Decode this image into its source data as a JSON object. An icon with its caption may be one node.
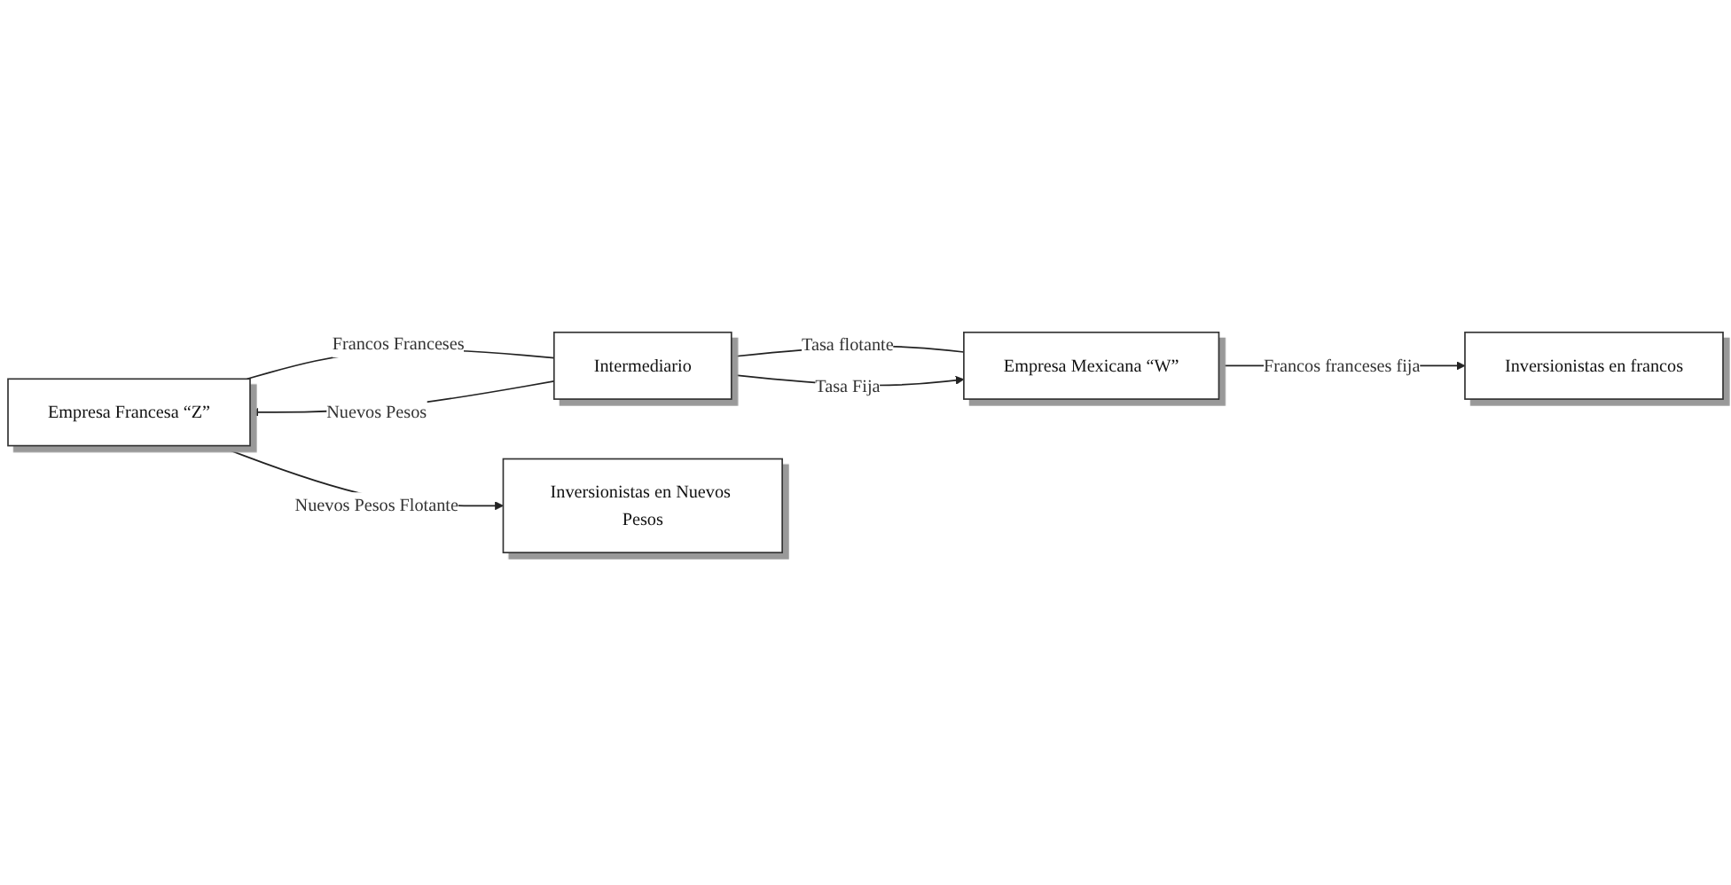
{
  "diagram": {
    "nodes": [
      {
        "text": [
          "Empresa Francesa “Z”"
        ]
      },
      {
        "text": [
          "Intermediario"
        ]
      },
      {
        "text": [
          "Empresa Mexicana “W”"
        ]
      },
      {
        "text": [
          "Inversionistas en Nuevos Pesos"
        ]
      },
      {
        "text": [
          "Inversionistas en francos"
        ]
      }
    ],
    "edges": [
      {
        "from": 1,
        "to": 0,
        "arrow": "to",
        "label": "Nuevos Pesos"
      },
      {
        "from": 0,
        "to": 1,
        "arrow": "none",
        "label": "Francos Franceses"
      },
      {
        "from": 1,
        "to": 2,
        "arrow": "none",
        "label": "Tasa flotante"
      },
      {
        "from": 1,
        "to": 2,
        "arrow": "to",
        "label": "Tasa Fija"
      },
      {
        "from": 0,
        "to": 3,
        "arrow": "to",
        "label": "Nuevos Pesos Flotante"
      },
      {
        "from": 2,
        "to": 4,
        "arrow": "to",
        "label": "Francos franceses fija"
      }
    ]
  }
}
